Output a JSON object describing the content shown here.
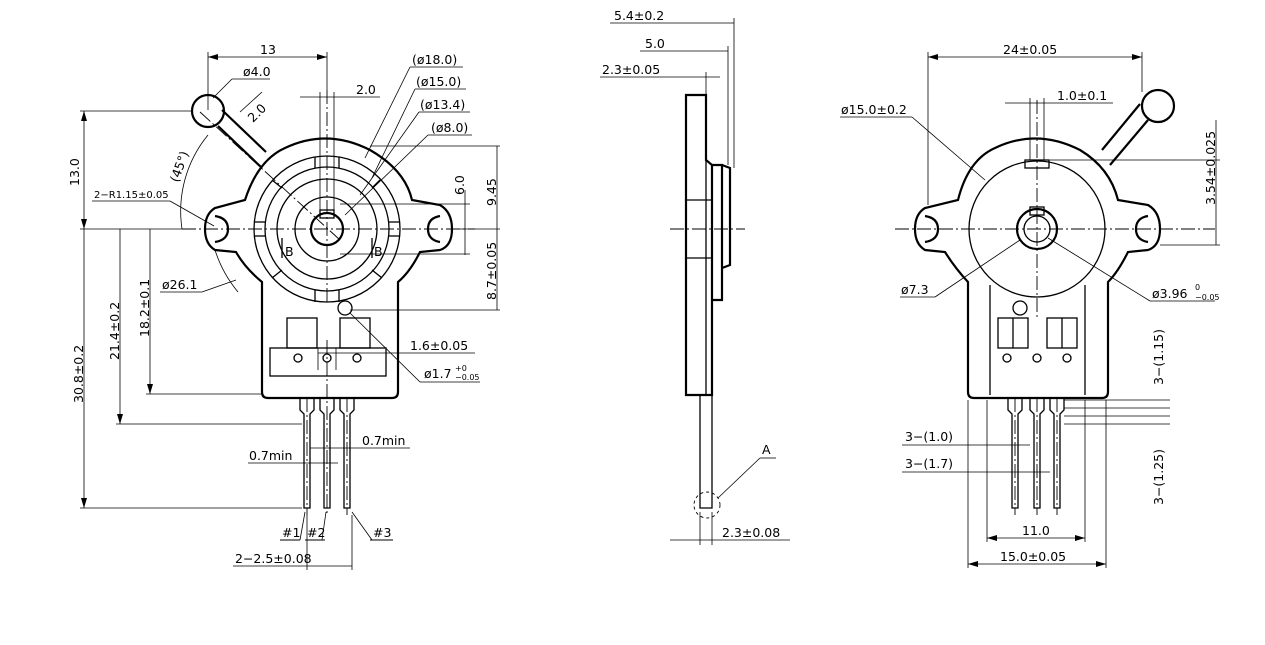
{
  "left_view": {
    "dims": {
      "top_width": "13",
      "hole": "ø4.0",
      "arm_width": "2.0",
      "angle": "(45°)",
      "slot": "2.0",
      "d18": "(ø18.0)",
      "d15": "(ø15.0)",
      "d134": "(ø13.4)",
      "d8": "(ø8.0)",
      "arm_height": "13.0",
      "radius": "2−R1.15±0.05",
      "arc_dia": "ø26.1",
      "flat": "6.0",
      "top_h": "9.45",
      "center_h": "8.7±0.05",
      "h214": "21.4±0.2",
      "h182": "18.2±0.1",
      "h308": "30.8±0.2",
      "pin_pitch": "1.6±0.05",
      "small_hole": "ø1.7",
      "small_hole_tol_top": "+0",
      "small_hole_tol_bot": "−0.05",
      "min_left": "0.7min",
      "min_right": "0.7min",
      "pin_spacing": "2−2.5±0.08",
      "section_a": "B",
      "section_b": "B"
    },
    "pins": [
      "#1",
      "#2",
      "#3"
    ]
  },
  "side_view": {
    "dims": {
      "d54": "5.4±0.2",
      "d50": "5.0",
      "d23": "2.3±0.05",
      "d23b": "2.3±0.08",
      "detail": "A"
    }
  },
  "right_view": {
    "dims": {
      "width": "24±0.05",
      "dia15": "ø15.0±0.2",
      "key": "1.0±0.1",
      "h354": "3.54±0.025",
      "dia73": "ø7.3",
      "dia396": "ø3.96",
      "dia396_tol_top": "0",
      "dia396_tol_bot": "−0.05",
      "p115": "3−(1.15)",
      "p10": "3−(1.0)",
      "p17": "3−(1.7)",
      "p125": "3−(1.25)",
      "w11": "11.0",
      "w15": "15.0±0.05"
    }
  }
}
